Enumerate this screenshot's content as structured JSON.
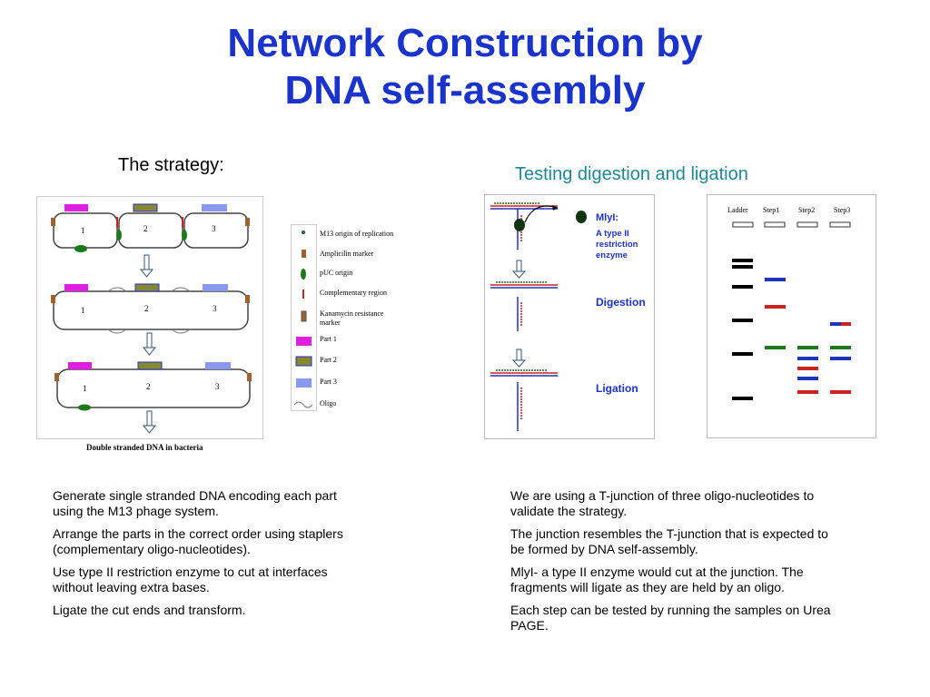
{
  "title": {
    "line1": "Network Construction by",
    "line2": "DNA self-assembly"
  },
  "strategy": {
    "heading": "The strategy:",
    "caption": "Double stranded DNA in bacteria",
    "part_numbers": [
      "1",
      "2",
      "3"
    ],
    "legend": [
      {
        "label": "M13 origin of replication",
        "icon": "m13-origin-icon"
      },
      {
        "label": "Amplicilin marker",
        "icon": "ampicillin-marker-icon"
      },
      {
        "label": "pUC origin",
        "icon": "puc-origin-icon"
      },
      {
        "label": "Complementary region",
        "icon": "complementary-region-icon"
      },
      {
        "label": "Kanamycin resistance marker",
        "icon": "kanamycin-marker-icon"
      },
      {
        "label": "Part 1",
        "icon": "part1-swatch",
        "color": "#e020e0"
      },
      {
        "label": "Part 2",
        "icon": "part2-swatch",
        "color": "#888833"
      },
      {
        "label": "Part 3",
        "icon": "part3-swatch",
        "color": "#8899ee"
      },
      {
        "label": "Oligo",
        "icon": "oligo-icon"
      }
    ]
  },
  "testing": {
    "heading": "Testing digestion and ligation",
    "enzyme_name": "MlyI:",
    "enzyme_desc": [
      "A type II",
      "restriction",
      "enzyme"
    ],
    "digestion_label": "Digestion",
    "ligation_label": "Ligation",
    "gel": {
      "lanes": [
        "Ladder",
        "Step1",
        "Step2",
        "Step3"
      ],
      "colors": {
        "ladder": "#000000",
        "blue": "#2233bb",
        "red": "#cc2222",
        "green": "#227722"
      }
    }
  },
  "left_bullets": [
    "Generate single stranded DNA encoding each part using the M13 phage system.",
    "Arrange the parts in the correct order using staplers (complementary oligo-nucleotides).",
    "Use type II restriction enzyme to cut at interfaces without leaving extra bases.",
    "Ligate the cut ends and transform."
  ],
  "right_bullets": [
    "We are using a T-junction of three oligo-nucleotides to validate the strategy.",
    "The junction resembles the T-junction that is expected to be formed by DNA self-assembly.",
    "MlyI- a type II enzyme would cut at the junction. The fragments will ligate as they are held by an oligo.",
    "Each step can be tested by running the samples on Urea PAGE."
  ],
  "colors": {
    "title": "#1a33cc",
    "testing_heading": "#1a8a9a",
    "part1": "#e020e0",
    "part2": "#888833",
    "part3": "#8899ee"
  }
}
